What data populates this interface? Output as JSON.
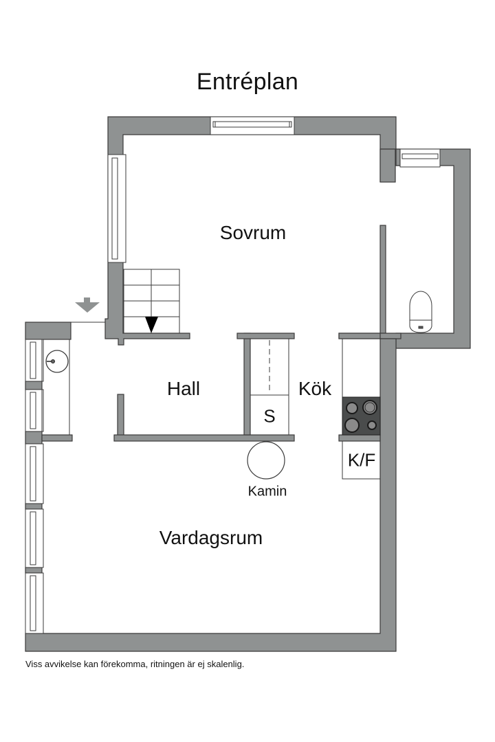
{
  "plan": {
    "title": "Entréplan",
    "wall_color": "#8f9292",
    "wall_outline": "#3a3a3a",
    "stove_color": "#4a4c4c",
    "rooms": [
      {
        "id": "sovrum",
        "label": "Sovrum"
      },
      {
        "id": "hall",
        "label": "Hall"
      },
      {
        "id": "kok",
        "label": "Kök"
      },
      {
        "id": "vardagsrum",
        "label": "Vardagsrum"
      }
    ],
    "fixtures": {
      "storage": "S",
      "fridge_freezer": "K/F",
      "fireplace": "Kamin"
    },
    "icons": [
      "entrance-arrow-icon",
      "stairs-down-arrow-icon",
      "toilet-icon",
      "sink-icon",
      "stove-icon",
      "fireplace-icon",
      "window-icon"
    ],
    "disclaimer": "Viss avvikelse kan förekomma, ritningen är ej skalenlig."
  }
}
